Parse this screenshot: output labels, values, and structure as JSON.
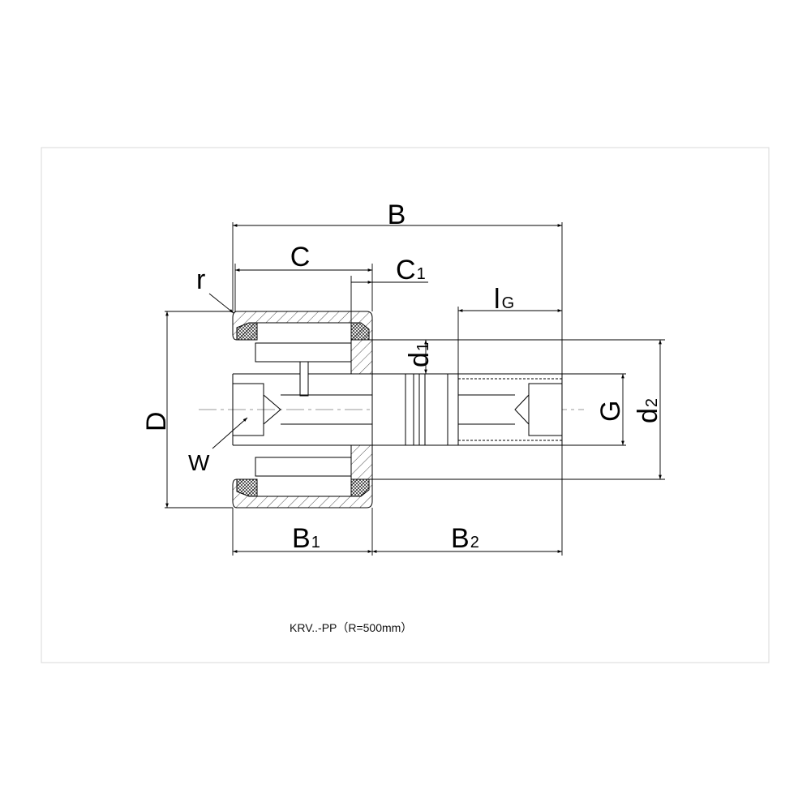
{
  "drawing": {
    "caption": "KRV..-PP（R=500mm）",
    "dimensions": {
      "B": {
        "main": "B",
        "sub": ""
      },
      "C": {
        "main": "C",
        "sub": ""
      },
      "C1": {
        "main": "C",
        "sub": "1"
      },
      "r": {
        "main": "r",
        "sub": ""
      },
      "lG": {
        "main": "l",
        "sub": "G"
      },
      "d1": {
        "main": "d",
        "sub": "1"
      },
      "D": {
        "main": "D",
        "sub": ""
      },
      "G": {
        "main": "G",
        "sub": ""
      },
      "d2": {
        "main": "d",
        "sub": "2"
      },
      "W": {
        "main": "W",
        "sub": ""
      },
      "B1": {
        "main": "B",
        "sub": "1"
      },
      "B2": {
        "main": "B",
        "sub": "2"
      }
    }
  }
}
